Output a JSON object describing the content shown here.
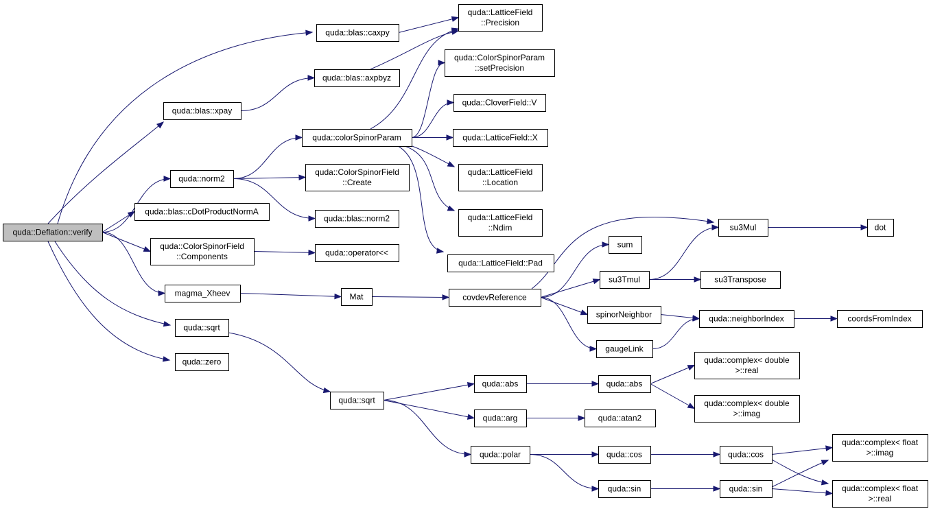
{
  "colors": {
    "edge": "#191970",
    "root_fill": "#bfbfbf",
    "node_fill": "#ffffff",
    "node_border": "#000000"
  },
  "nodes": {
    "root": {
      "lines": [
        "quda::Deflation::verify"
      ]
    },
    "caxpy": {
      "lines": [
        "quda::blas::caxpy"
      ]
    },
    "axpbyz": {
      "lines": [
        "quda::blas::axpbyz"
      ]
    },
    "xpay": {
      "lines": [
        "quda::blas::xpay"
      ]
    },
    "precision": {
      "lines": [
        "quda::LatticeField",
        "::Precision"
      ]
    },
    "setprec": {
      "lines": [
        "quda::ColorSpinorParam",
        "::setPrecision"
      ]
    },
    "clover": {
      "lines": [
        "quda::CloverField::V"
      ]
    },
    "csparam": {
      "lines": [
        "quda::colorSpinorParam"
      ]
    },
    "lfx": {
      "lines": [
        "quda::LatticeField::X"
      ]
    },
    "location": {
      "lines": [
        "quda::LatticeField",
        "::Location"
      ]
    },
    "ndim": {
      "lines": [
        "quda::LatticeField",
        "::Ndim"
      ]
    },
    "pad": {
      "lines": [
        "quda::LatticeField::Pad"
      ]
    },
    "norm2": {
      "lines": [
        "quda::norm2"
      ]
    },
    "create": {
      "lines": [
        "quda::ColorSpinorField",
        "::Create"
      ]
    },
    "blasnorm2": {
      "lines": [
        "quda::blas::norm2"
      ]
    },
    "cdot": {
      "lines": [
        "quda::blas::cDotProductNormA"
      ]
    },
    "components": {
      "lines": [
        "quda::ColorSpinorField",
        "::Components"
      ]
    },
    "oplt": {
      "lines": [
        "quda::operator<<"
      ]
    },
    "magma": {
      "lines": [
        "magma_Xheev"
      ]
    },
    "mat": {
      "lines": [
        "Mat"
      ]
    },
    "covdev": {
      "lines": [
        "covdevReference"
      ]
    },
    "sqrt1": {
      "lines": [
        "quda::sqrt"
      ]
    },
    "zero": {
      "lines": [
        "quda::zero"
      ]
    },
    "sqrt2": {
      "lines": [
        "quda::sqrt"
      ]
    },
    "su3mul": {
      "lines": [
        "su3Mul"
      ]
    },
    "dot": {
      "lines": [
        "dot"
      ]
    },
    "sum": {
      "lines": [
        "sum"
      ]
    },
    "su3tmul": {
      "lines": [
        "su3Tmul"
      ]
    },
    "su3tr": {
      "lines": [
        "su3Transpose"
      ]
    },
    "spinnb": {
      "lines": [
        "spinorNeighbor"
      ]
    },
    "nbidx": {
      "lines": [
        "quda::neighborIndex"
      ]
    },
    "coords": {
      "lines": [
        "coordsFromIndex"
      ]
    },
    "gauge": {
      "lines": [
        "gaugeLink"
      ]
    },
    "abs1": {
      "lines": [
        "quda::abs"
      ]
    },
    "abs2": {
      "lines": [
        "quda::abs"
      ]
    },
    "cdreal": {
      "lines": [
        "quda::complex< double",
        ">::real"
      ]
    },
    "cdimag": {
      "lines": [
        "quda::complex< double",
        ">::imag"
      ]
    },
    "arg": {
      "lines": [
        "quda::arg"
      ]
    },
    "atan2": {
      "lines": [
        "quda::atan2"
      ]
    },
    "polar": {
      "lines": [
        "quda::polar"
      ]
    },
    "cos1": {
      "lines": [
        "quda::cos"
      ]
    },
    "cos2": {
      "lines": [
        "quda::cos"
      ]
    },
    "sin1": {
      "lines": [
        "quda::sin"
      ]
    },
    "sin2": {
      "lines": [
        "quda::sin"
      ]
    },
    "cfimag": {
      "lines": [
        "quda::complex< float",
        ">::imag"
      ]
    },
    "cfreal": {
      "lines": [
        "quda::complex< float",
        ">::real"
      ]
    }
  },
  "edges": [
    [
      "root",
      "caxpy"
    ],
    [
      "root",
      "xpay"
    ],
    [
      "root",
      "norm2"
    ],
    [
      "root",
      "cdot"
    ],
    [
      "root",
      "components"
    ],
    [
      "root",
      "magma"
    ],
    [
      "root",
      "sqrt1"
    ],
    [
      "root",
      "zero"
    ],
    [
      "caxpy",
      "precision"
    ],
    [
      "axpbyz",
      "precision"
    ],
    [
      "xpay",
      "axpbyz"
    ],
    [
      "csparam",
      "precision"
    ],
    [
      "csparam",
      "setprec"
    ],
    [
      "csparam",
      "clover"
    ],
    [
      "csparam",
      "lfx"
    ],
    [
      "csparam",
      "location"
    ],
    [
      "csparam",
      "ndim"
    ],
    [
      "csparam",
      "pad"
    ],
    [
      "norm2",
      "csparam"
    ],
    [
      "norm2",
      "create"
    ],
    [
      "norm2",
      "blasnorm2"
    ],
    [
      "components",
      "oplt"
    ],
    [
      "magma",
      "mat"
    ],
    [
      "mat",
      "covdev"
    ],
    [
      "covdev",
      "su3mul"
    ],
    [
      "covdev",
      "sum"
    ],
    [
      "covdev",
      "su3tmul"
    ],
    [
      "covdev",
      "spinnb"
    ],
    [
      "covdev",
      "gauge"
    ],
    [
      "su3mul",
      "dot"
    ],
    [
      "su3tmul",
      "su3mul"
    ],
    [
      "su3tmul",
      "su3tr"
    ],
    [
      "spinnb",
      "nbidx"
    ],
    [
      "gauge",
      "nbidx"
    ],
    [
      "nbidx",
      "coords"
    ],
    [
      "sqrt1",
      "sqrt2"
    ],
    [
      "sqrt2",
      "abs1"
    ],
    [
      "sqrt2",
      "arg"
    ],
    [
      "sqrt2",
      "polar"
    ],
    [
      "abs1",
      "abs2"
    ],
    [
      "abs2",
      "cdreal"
    ],
    [
      "abs2",
      "cdimag"
    ],
    [
      "arg",
      "atan2"
    ],
    [
      "polar",
      "cos1"
    ],
    [
      "polar",
      "sin1"
    ],
    [
      "cos1",
      "cos2"
    ],
    [
      "sin1",
      "sin2"
    ],
    [
      "cos2",
      "cfimag"
    ],
    [
      "cos2",
      "cfreal"
    ],
    [
      "sin2",
      "cfimag"
    ],
    [
      "sin2",
      "cfreal"
    ]
  ]
}
